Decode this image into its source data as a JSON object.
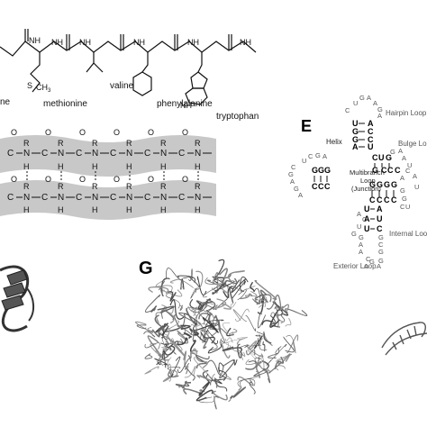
{
  "panel_e": {
    "letter": "E"
  },
  "panel_g": {
    "letter": "G"
  },
  "peptide": {
    "side_chains": [
      "methionine",
      "valine",
      "phenylalanine",
      "tryptophan"
    ],
    "cut_label": "ne",
    "ch3": "CH",
    "ch3_sub": "3",
    "s": "S",
    "nh": "NH"
  },
  "sheet": {
    "r": "R",
    "o": "O",
    "c": "C",
    "n": "N",
    "h": "H"
  },
  "rna": {
    "hairpin_loop": "Hairpin Loop",
    "bulge_loop": "Bulge Loop",
    "helix": "Helix",
    "multibranch_1": "Multibranch",
    "multibranch_2": "Loop",
    "multibranch_3": "(Junction)",
    "internal_loop": "Internal Loop",
    "exterior_loop": "Exterior Loop"
  }
}
